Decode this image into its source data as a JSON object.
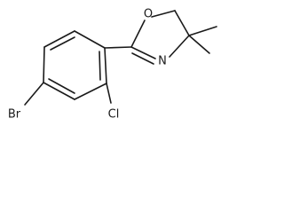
{
  "molecule": {
    "atoms": {
      "oxygen": "O",
      "nitrogen": "N",
      "bromine": "Br",
      "chlorine": "Cl"
    }
  }
}
